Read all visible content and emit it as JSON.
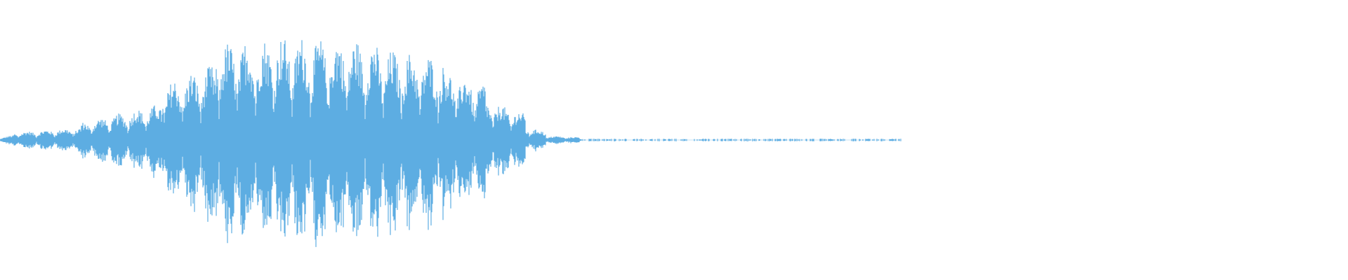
{
  "waveform": {
    "color": "#5dade2",
    "background": "#ffffff",
    "sample_rate_hint": "audio-waveform",
    "segments": [
      {
        "from": 0.0,
        "to": 0.01,
        "amp": 0.02
      },
      {
        "from": 0.01,
        "to": 0.06,
        "amp": 0.07
      },
      {
        "from": 0.06,
        "to": 0.12,
        "amp": 0.16
      },
      {
        "from": 0.12,
        "to": 0.16,
        "amp": 0.52
      },
      {
        "from": 0.16,
        "to": 0.2,
        "amp": 0.9
      },
      {
        "from": 0.2,
        "to": 0.28,
        "amp": 0.97
      },
      {
        "from": 0.28,
        "to": 0.33,
        "amp": 0.86
      },
      {
        "from": 0.33,
        "to": 0.36,
        "amp": 0.66
      },
      {
        "from": 0.36,
        "to": 0.39,
        "amp": 0.38
      },
      {
        "from": 0.39,
        "to": 0.405,
        "amp": 0.12
      },
      {
        "from": 0.405,
        "to": 0.43,
        "amp": 0.04
      },
      {
        "from": 0.43,
        "to": 0.67,
        "amp": 0.012
      }
    ],
    "dots_until": 0.67
  }
}
